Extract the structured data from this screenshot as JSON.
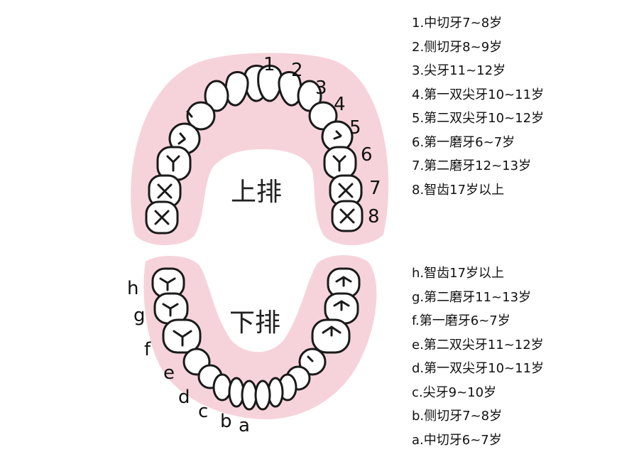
{
  "upper": {
    "label": "上排",
    "numbers": [
      "1",
      "2",
      "3",
      "4",
      "5",
      "6",
      "7",
      "8"
    ],
    "legend": [
      "1.中切牙7~8岁",
      "2.侧切牙8~9岁",
      "3.尖牙11~12岁",
      "4.第一双尖牙10~11岁",
      "5.第二双尖牙10~12岁",
      "6.第一磨牙6~7岁",
      "7.第二磨牙12~13岁",
      "8.智齿17岁以上"
    ]
  },
  "lower": {
    "label": "下排",
    "letters": [
      "h",
      "g",
      "f",
      "e",
      "d",
      "c",
      "b",
      "a"
    ],
    "legend": [
      "h.智齿17岁以上",
      "g.第二磨牙11~13岁",
      "f.第一磨牙6~7岁",
      "e.第二双尖牙11~12岁",
      "d.第一双尖牙10~11岁",
      "c.尖牙9~10岁",
      "b.侧切牙7~8岁",
      "a.中切牙6~7岁"
    ]
  },
  "colors": {
    "gum": "#f6d3da",
    "tooth": "#ffffff",
    "outline": "#1a1a1a",
    "text": "#111111"
  }
}
